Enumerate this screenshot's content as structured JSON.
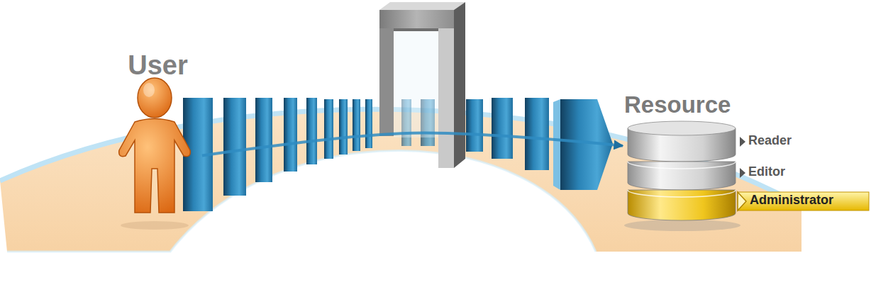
{
  "diagram": {
    "nodes": [
      {
        "text": [
          "User"
        ]
      },
      {
        "text": [
          "Resource"
        ]
      },
      {
        "text": [
          "Reader"
        ],
        "in": 1
      },
      {
        "text": [
          "Editor"
        ],
        "in": 1
      },
      {
        "text": [
          "Administrator"
        ],
        "in": 1
      }
    ],
    "edges": [
      {
        "from": 0,
        "to": 1,
        "arrow": "to"
      }
    ]
  }
}
